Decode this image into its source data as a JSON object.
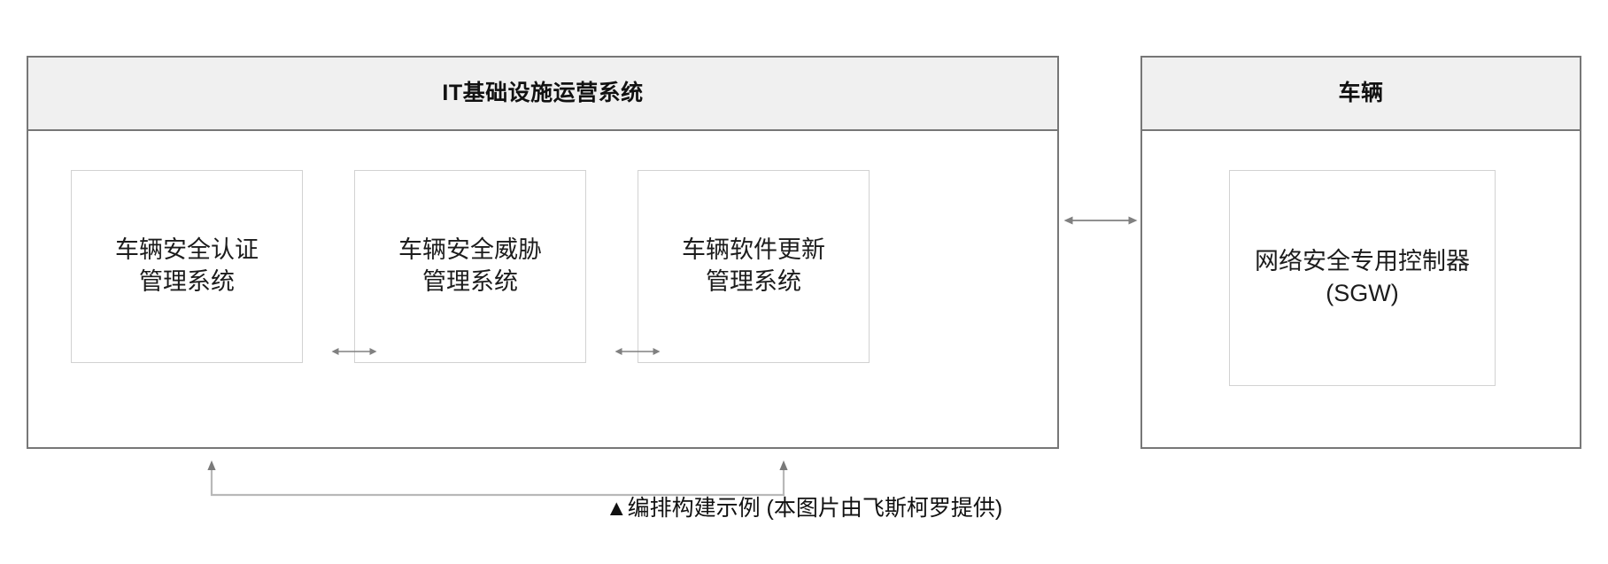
{
  "diagram": {
    "panels": [
      {
        "id": "it-infrastructure",
        "title": "IT基础设施运营系统",
        "nodes": [
          {
            "id": "vehicle-security-auth",
            "label": "车辆安全认证\n管理系统"
          },
          {
            "id": "vehicle-security-threat",
            "label": "车辆安全威胁\n管理系统"
          },
          {
            "id": "vehicle-software-update",
            "label": "车辆软件更新\n管理系统"
          }
        ]
      },
      {
        "id": "vehicle",
        "title": "车辆",
        "nodes": [
          {
            "id": "security-gateway",
            "label": "网络安全专用控制器\n(SGW)"
          }
        ]
      }
    ],
    "connectors": [
      {
        "id": "auth-threat",
        "type": "bidirectional-horizontal",
        "from": "vehicle-security-auth",
        "to": "vehicle-security-threat"
      },
      {
        "id": "threat-update",
        "type": "bidirectional-horizontal",
        "from": "vehicle-security-threat",
        "to": "vehicle-software-update"
      },
      {
        "id": "it-vehicle",
        "type": "bidirectional-horizontal",
        "from": "it-infrastructure",
        "to": "vehicle"
      },
      {
        "id": "update-auth-feedback",
        "type": "bracket-both-arrows-up",
        "from": "vehicle-software-update",
        "to": "vehicle-security-auth"
      }
    ]
  },
  "caption": {
    "marker": "▲",
    "text": "编排构建示例 (本图片由飞斯柯罗提供)"
  },
  "colors": {
    "panel_border": "#777777",
    "panel_header_bg": "#f0f0f0",
    "node_border": "#d2d2d2",
    "connector": "#808080",
    "text": "#1a1a1a",
    "background": "#ffffff"
  }
}
